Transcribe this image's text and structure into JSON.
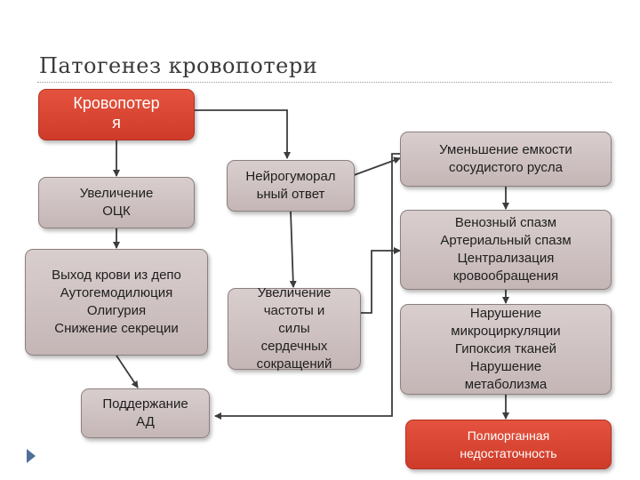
{
  "title": "Патогенез кровопотери",
  "boxes": {
    "blood_loss": "Кровопотер\nя",
    "bcv_increase": "Увеличение\nОЦК",
    "depot_release": "Выход крови из депо\nАутогемодилюция\nОлигурия\nСнижение секреции",
    "bp_support": "Поддержание\nАД",
    "neurohumoral": "Нейрогуморал\nьный ответ",
    "heart_rate": "Увеличение\nчастоты и\nсилы\nсердечных\nсокращений",
    "vessel_capacity": "Уменьшение емкости\nсосудистого русла",
    "spasm": "Венозный спазм\nАртериальный спазм\nЦентрализация\nкровообращения",
    "microcirculation": "Нарушение\nмикроциркуляции\nГипоксия тканей\nНарушение\nметаболизма",
    "organ_failure": "Полиорганная\nнедостаточность"
  },
  "colors": {
    "box_fill": "#cdbfbf",
    "accent_red": "#d8402d",
    "connector": "#3c3c3c",
    "bullet": "#4e6f9a"
  }
}
